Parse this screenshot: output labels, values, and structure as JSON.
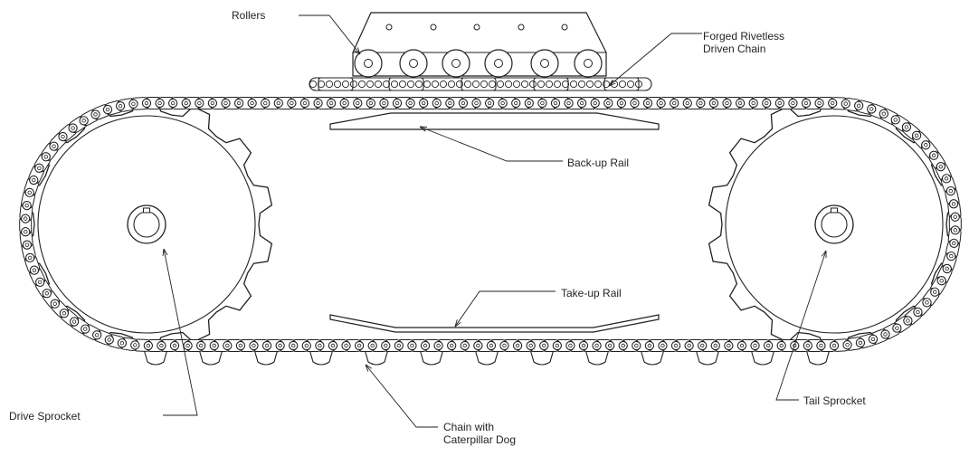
{
  "labels": {
    "rollers": "Rollers",
    "forged_chain_line1": "Forged Rivetless",
    "forged_chain_line2": "Driven Chain",
    "backup_rail": "Back-up Rail",
    "takeup_rail": "Take-up Rail",
    "drive_sprocket": "Drive Sprocket",
    "tail_sprocket": "Tail Sprocket",
    "chain_dog_line1": "Chain with",
    "chain_dog_line2": "Caterpillar Dog"
  },
  "colors": {
    "line": "#231f20",
    "background": "#ffffff"
  }
}
